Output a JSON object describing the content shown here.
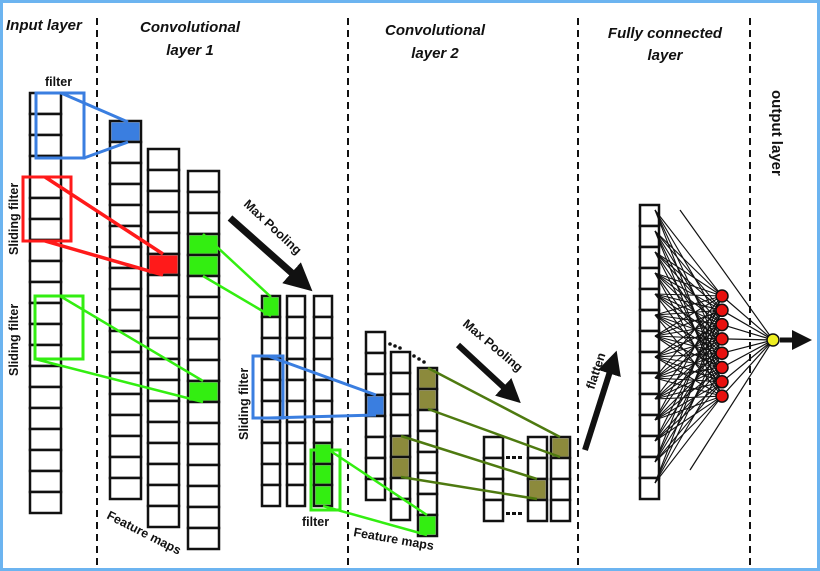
{
  "diagram": {
    "title": "Convolutional neural network architecture",
    "sections": [
      {
        "id": "input",
        "label": "Input layer"
      },
      {
        "id": "conv1",
        "label_line1": "Convolutional",
        "label_line2": "layer 1"
      },
      {
        "id": "conv2",
        "label_line1": "Convolutional",
        "label_line2": "layer 2"
      },
      {
        "id": "fc",
        "label_line1": "Fully connected",
        "label_line2": "layer"
      },
      {
        "id": "output",
        "label": "output layer"
      }
    ],
    "labels": {
      "filter_top": "filter",
      "sliding_filter_red": "Sliding filter",
      "sliding_filter_green": "Sliding filter",
      "sliding_filter_blue": "Sliding filter",
      "filter_bottom": "filter",
      "max_pooling_1": "Max Pooling",
      "max_pooling_2": "Max Pooling",
      "feature_maps_1": "Feature maps",
      "feature_maps_2": "Feature maps",
      "flatten": "flatten"
    },
    "structure": {
      "input_cells": 20,
      "conv1_maps": [
        18,
        18,
        18
      ],
      "pool1_maps": [
        10,
        10,
        10
      ],
      "conv2_maps": [
        8,
        8,
        8
      ],
      "pool2_maps": [
        4,
        4,
        4
      ],
      "flatten_cells": 14,
      "fc_neurons": 8,
      "output_neurons": 1
    },
    "colors": {
      "border": "#6cb4f0",
      "blue": "#3a7ee0",
      "red": "#ff1a1a",
      "green": "#33ee11",
      "olive": "#8c8a3c",
      "olive_line": "#4e7a10",
      "neuron_red": "#e8110f",
      "neuron_yellow": "#eeee22"
    }
  }
}
